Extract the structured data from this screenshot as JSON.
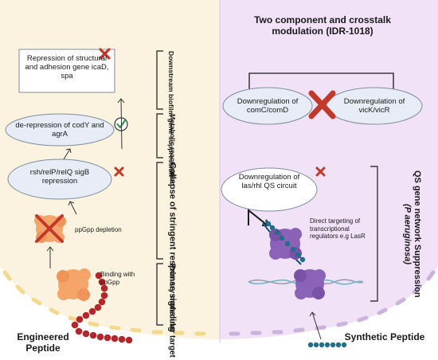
{
  "left": {
    "box_text": "Repression of structural and adhesion gene icaD,  spa",
    "ellipse_cody": "de-repression of codY and agrA",
    "ellipse_rsh": "rsh/relP/relQ sigB repression",
    "ppgpp_depletion": "ppGpp depletion",
    "binding": "Binding with ppGpp",
    "bottom_label": "Engineered Peptide",
    "brackets": {
      "downstream": "Downstream biofilm gene suppression",
      "metabolic": "Metabolic reactivation",
      "collapse": "Collapse of stringent response signaling",
      "primary": "Primary molecular target"
    }
  },
  "right": {
    "title": "Two component and crosstalk modulation (IDR-1018)",
    "ellipse_com": "Downregulation of comC/comD",
    "ellipse_vic": "Downregulation of vicK/vicR",
    "ellipse_las": "Downregulation of las/rhl QS circuit",
    "direct_targeting": "Direct targeting of transcriptional regulators e.g LasR",
    "qs_label_line1": "QS gene network Suppression",
    "qs_label_line2": "(P aeruginosa)",
    "bottom_label": "Synthetic Peptide"
  },
  "colors": {
    "left_bg": "#fbf3df",
    "right_bg": "#f1e2f7",
    "ellipse_fill": "#e7ecf6",
    "red_x": "#c0392b",
    "check": "#2e9b4a",
    "protein_orange": "#f5a46a",
    "protein_purple": "#8a63b8",
    "bead_red": "#b3262b",
    "bead_teal": "#1f6f88"
  }
}
